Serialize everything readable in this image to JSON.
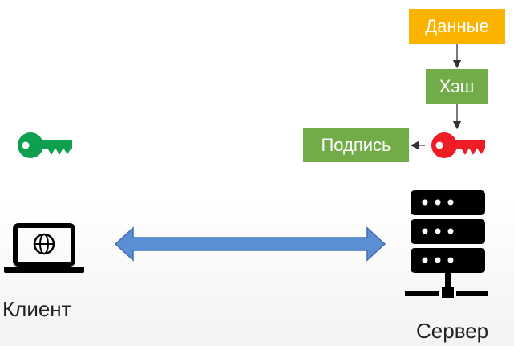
{
  "nodes": {
    "data_label": "Данные",
    "hash_label": "Хэш",
    "signature_label": "Подпись"
  },
  "actors": {
    "client_label": "Клиент",
    "server_label": "Сервер"
  },
  "colors": {
    "data_box": "#fcb300",
    "hash_box": "#71ac48",
    "signature_box": "#71ac48",
    "public_key": "#0e9f4f",
    "private_key": "#ee1c24",
    "channel_arrow": "#5b8fd4"
  },
  "icons": {
    "client": "laptop-globe-icon",
    "server": "server-rack-icon",
    "client_key": "green-key-icon",
    "server_key": "red-key-icon"
  }
}
